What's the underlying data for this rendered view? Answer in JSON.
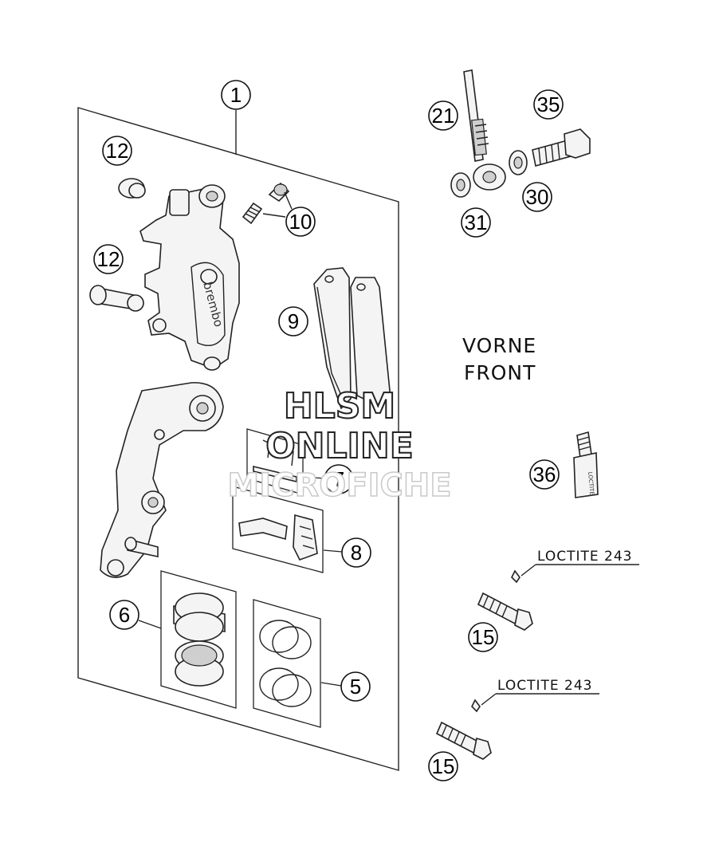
{
  "callouts": {
    "c1": "1",
    "c12a": "12",
    "c10": "10",
    "c12b": "12",
    "c9": "9",
    "c7": "7",
    "c8": "8",
    "c6": "6",
    "c5": "5",
    "c21": "21",
    "c35": "35",
    "c30": "30",
    "c31": "31",
    "c36": "36",
    "c15a": "15",
    "c15b": "15"
  },
  "labels": {
    "vorne": "VORNE",
    "front": "FRONT",
    "loctite_a": "LOCTITE 243",
    "loctite_b": "LOCTITE 243",
    "caliper_brand": "brembo",
    "tube_label": "LOCTITE"
  },
  "watermark": {
    "line1": "HLSM",
    "line2": "ONLINE",
    "line3": "MICROFICHE"
  }
}
